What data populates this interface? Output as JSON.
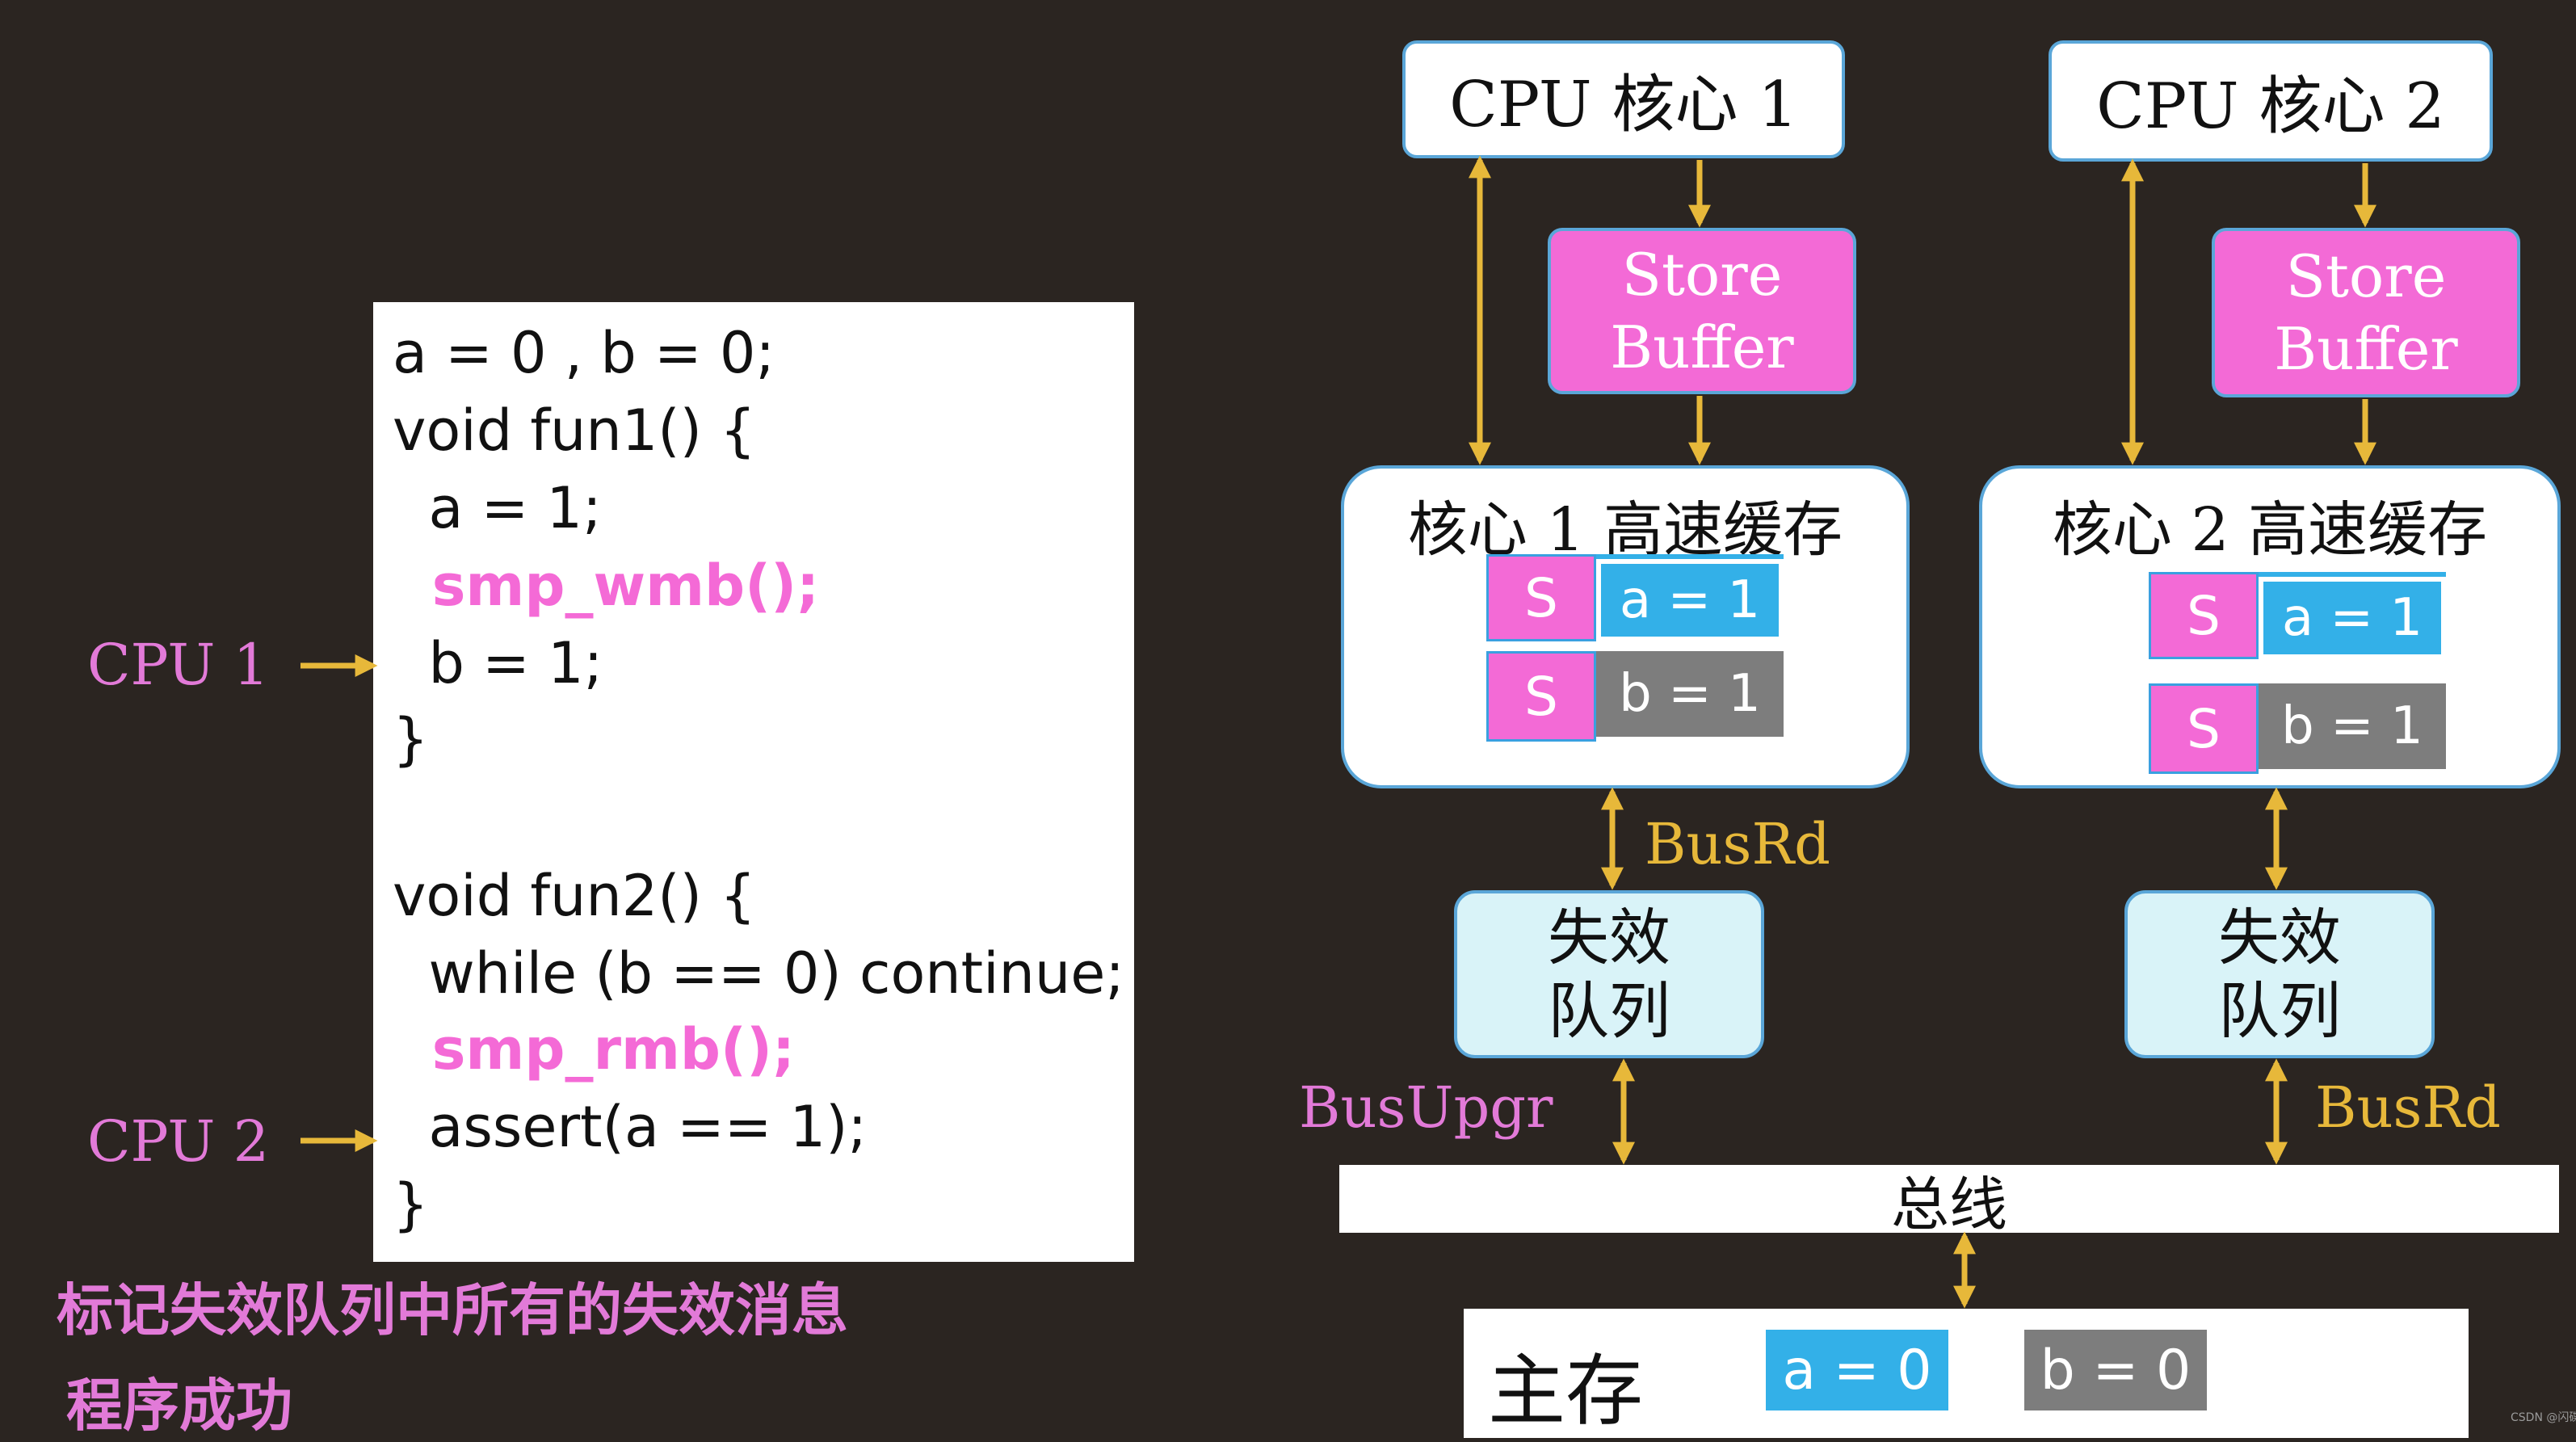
{
  "colors": {
    "background": "#2b2521",
    "pink": "#f36ad6",
    "arrow": "#e7b83a",
    "blue": "#33b0e8",
    "gray": "#7d7d7d",
    "queue": "#d9f3f8"
  },
  "code": {
    "lines": [
      "a = 0 , b = 0;",
      "void fun1() {",
      "  a = 1;",
      "  smp_wmb();",
      "  b = 1;",
      "}",
      "",
      "void fun2() {",
      "  while (b == 0) continue;",
      "  smp_rmb();",
      "  assert(a == 1);",
      "}"
    ]
  },
  "cpu_labels": {
    "cpu1": "CPU 1",
    "cpu2": "CPU 2"
  },
  "notes": {
    "line1": "标记失效队列中所有的失效消息",
    "line2": "程序成功"
  },
  "diagram": {
    "core1": {
      "title": "CPU 核心 1",
      "store_buffer": [
        "Store",
        "Buffer"
      ],
      "cache_title": "核心 1 高速缓存",
      "lines": [
        {
          "state": "S",
          "value": "a = 1"
        },
        {
          "state": "S",
          "value": "b = 1"
        }
      ],
      "queue": [
        "失效",
        "队列"
      ]
    },
    "core2": {
      "title": "CPU 核心 2",
      "store_buffer": [
        "Store",
        "Buffer"
      ],
      "cache_title": "核心 2 高速缓存",
      "lines": [
        {
          "state": "S",
          "value": "a = 1"
        },
        {
          "state": "S",
          "value": "b = 1"
        }
      ],
      "queue": [
        "失效",
        "队列"
      ]
    },
    "bus_labels": {
      "cache1_queue": "BusRd",
      "queue1_bus": "BusUpgr",
      "queue2_bus": "BusRd"
    },
    "bus": "总线",
    "memory": {
      "title": "主存",
      "a": "a = 0",
      "b": "b = 0"
    }
  },
  "watermark": "CSDN @闪碟"
}
